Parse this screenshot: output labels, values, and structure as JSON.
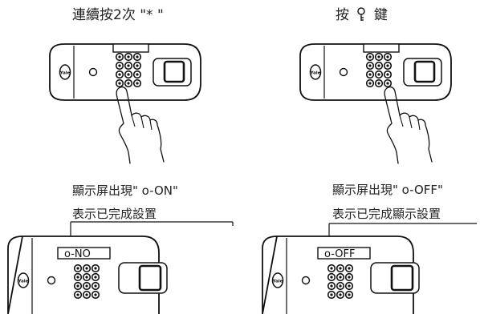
{
  "panels": [
    {
      "caption": "連續按2次  \"* \""
    },
    {
      "caption_prefix": "按",
      "caption_suffix": "鍵"
    },
    {
      "line1": "顯示屏出現\" o-ON\"",
      "line2": "表示已完成設置",
      "display": "o-NO"
    },
    {
      "line1": "顯示屏出現\"  o-OFF\"",
      "line2": "表示已完成顯示設置",
      "display": "o-OFF"
    }
  ],
  "lock_brand": "Yale"
}
